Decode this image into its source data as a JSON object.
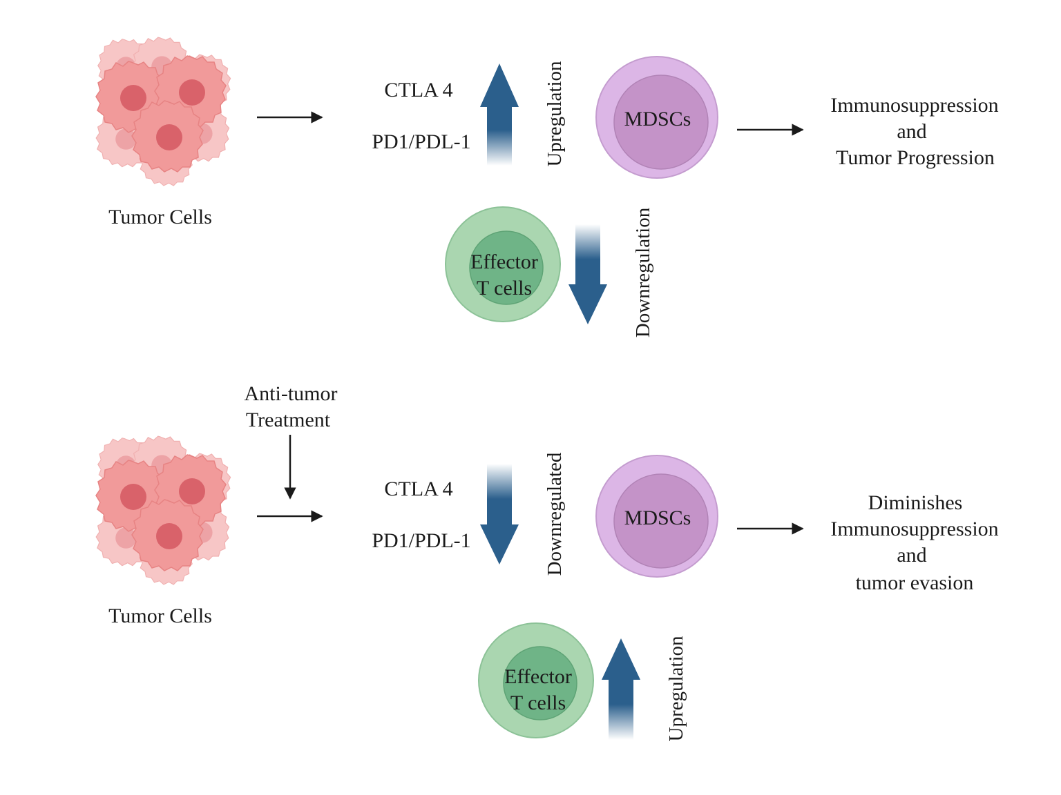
{
  "panel_before": {
    "tumor_label": "Tumor Cells",
    "marker_1": "CTLA 4",
    "marker_2": "PD1/PDL-1",
    "marker_change": "Upregulation",
    "mdsc_label": "MDSCs",
    "outcome_lines": [
      "Immunosuppression",
      "and",
      "Tumor Progression"
    ],
    "effector_lines": [
      "Effector",
      "T cells"
    ],
    "effector_change": "Downregulation"
  },
  "panel_after": {
    "treatment_lines": [
      "Anti-tumor",
      "Treatment"
    ],
    "tumor_label": "Tumor Cells",
    "marker_1": "CTLA 4",
    "marker_2": "PD1/PDL-1",
    "marker_change": "Downregulated",
    "mdsc_label": "MDSCs",
    "outcome_lines": [
      "Diminishes",
      "Immunosuppression",
      "and",
      "tumor evasion"
    ],
    "effector_lines": [
      "Effector",
      "T cells"
    ],
    "effector_change": "Upregulation"
  },
  "colors": {
    "tumor_cell": "#f08f8f",
    "tumor_nucleus": "#d9626a",
    "mdsc_outer": "#dcb6e6",
    "mdsc_inner": "#c493c8",
    "effector_outer": "#aad6b0",
    "effector_inner": "#6fb487",
    "regulation_arrow": "#2b5f8c"
  }
}
